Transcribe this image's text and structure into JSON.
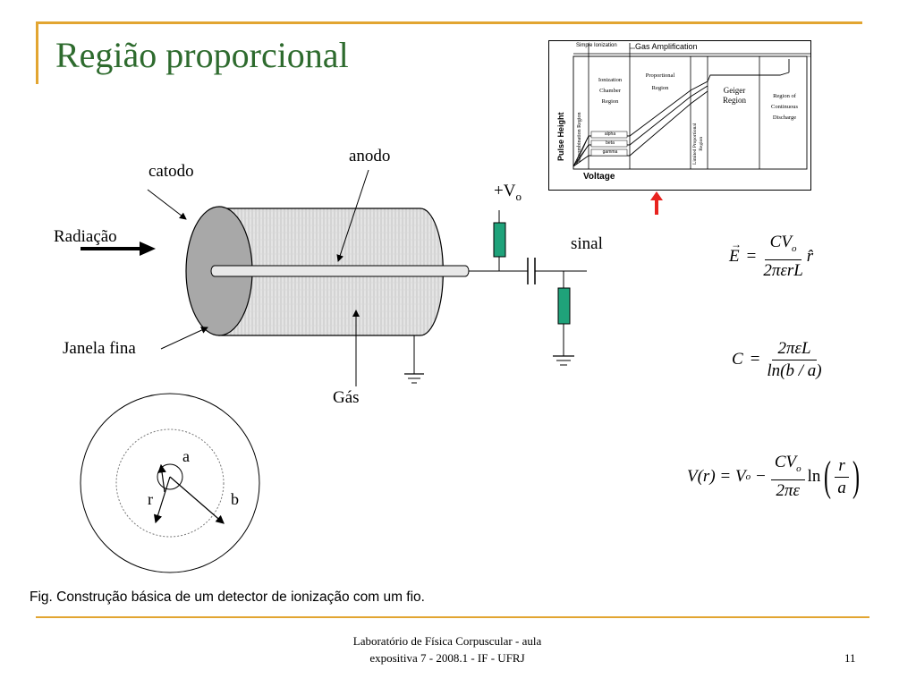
{
  "slide": {
    "title": "Região proporcional",
    "caption": "Fig. Construção básica de um detector de ionização com um fio.",
    "footer_line1": "Laboratório de Física Corpuscular  - aula",
    "footer_line2": "expositiva 7 - 2008.1 -  IF - UFRJ",
    "page_number": "11"
  },
  "detector": {
    "catodo": "catodo",
    "anodo": "anodo",
    "radiacao": "Radiação",
    "janela": "Janela fina",
    "gas": "Gás",
    "voltage_base": "+V",
    "voltage_sub": "o",
    "sinal": "sinal"
  },
  "cross_section": {
    "a": "a",
    "r": "r",
    "b": "b"
  },
  "inset_chart": {
    "simple_ionization": "Simple Ionization",
    "gas_amplification": "Gas Amplification",
    "recombination": "Recombination Region",
    "ionization_chamber": [
      "Ionization",
      "Chamber",
      "Region"
    ],
    "proportional": [
      "Proportional",
      "Region"
    ],
    "limited_proportional": [
      "Limited Proportional",
      "Region"
    ],
    "geiger": [
      "Geiger",
      "Region"
    ],
    "continuous": [
      "Region of",
      "Continuous",
      "Discharge"
    ],
    "alpha": "alpha",
    "beta": "beta",
    "gamma": "gamma",
    "ylabel": "Pulse Height",
    "xlabel": "Voltage",
    "arrow_color": "#e8231f"
  },
  "equations": {
    "E": {
      "lhs": "E",
      "num": "CV",
      "num_sub": "o",
      "den": "2πεrL",
      "unit": "r̂"
    },
    "C": {
      "lhs": "C",
      "num": "2πεL",
      "den": "ln(b / a)"
    },
    "V": {
      "lhs": "V(r) = V",
      "lhs_sub": "o",
      "minus": "−",
      "num": "CV",
      "num_sub": "o",
      "den": "2πε",
      "ln": "ln",
      "frac_num": "r",
      "frac_den": "a"
    }
  },
  "colors": {
    "title": "#2e6b2e",
    "rule": "#e2a531",
    "resistor": "#1fa27a",
    "cathode_face": "#a8a8a8"
  }
}
